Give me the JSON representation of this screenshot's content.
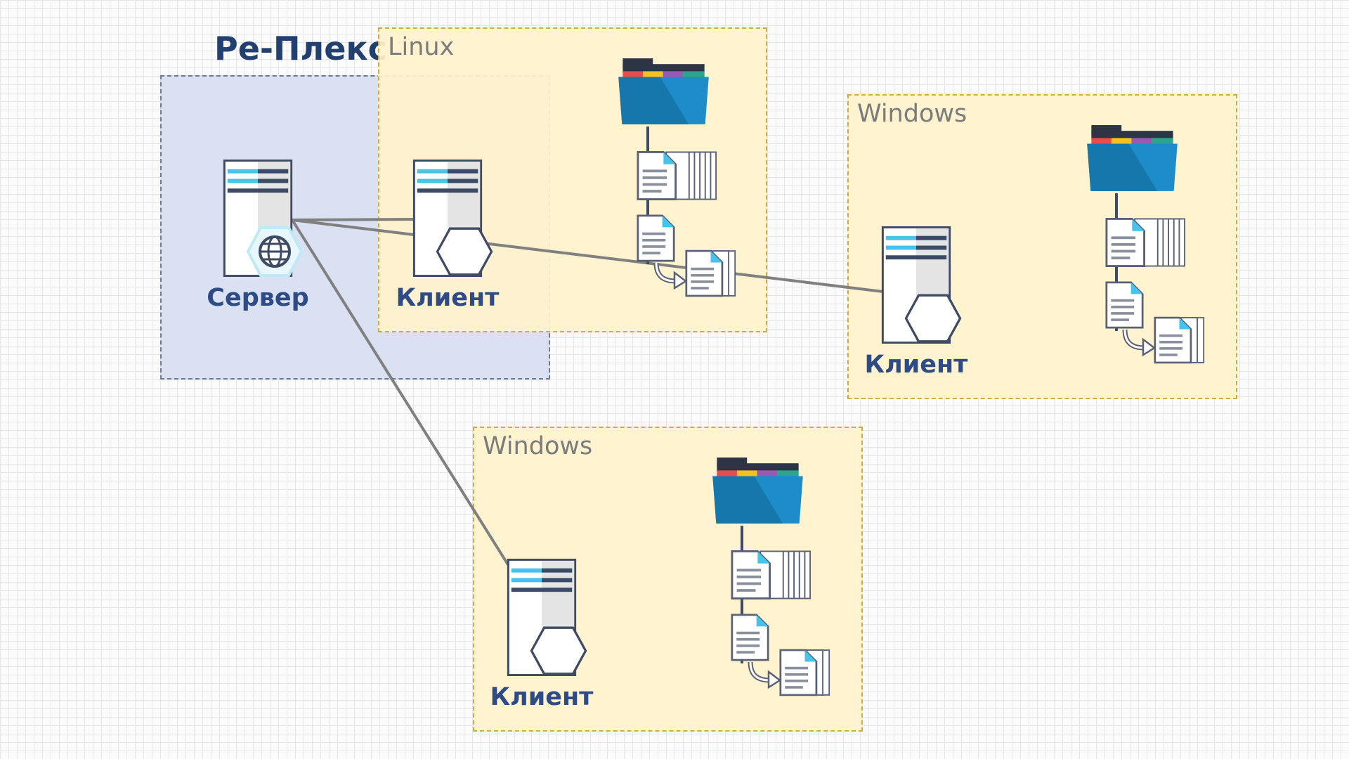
{
  "title": "Ре-Плекс",
  "server": {
    "label": "Сервер",
    "icon": "globe-server-icon"
  },
  "zones": [
    {
      "os": "Linux",
      "client_label": "Клиент"
    },
    {
      "os": "Windows",
      "client_label": "Клиент"
    },
    {
      "os": "Windows",
      "client_label": "Клиент"
    }
  ],
  "colors": {
    "server_zone": "#d9e1f2",
    "os_zone": "#fff2cc",
    "folder": "#1e8cc8",
    "label": "#2f4b86",
    "wire": "#808080"
  }
}
